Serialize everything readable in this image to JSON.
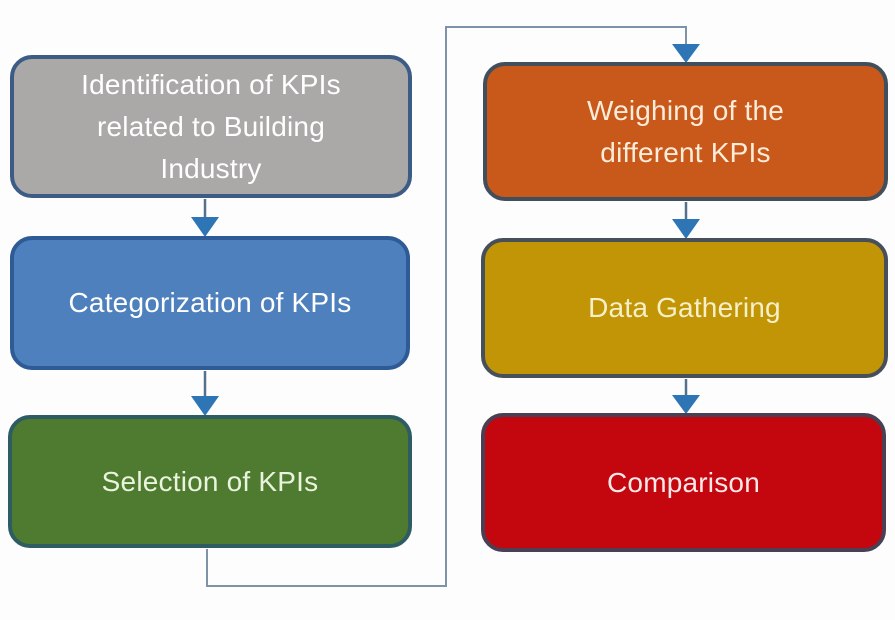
{
  "diagram": {
    "type": "flowchart",
    "nodes": [
      {
        "id": "identification",
        "label": "Identification of KPIs related to Building Industry",
        "fill": "#aba8a8",
        "border": "#3c5c86",
        "text_color": "#ffffff"
      },
      {
        "id": "categorization",
        "label": "Categorization of KPIs",
        "fill": "#4e80bd",
        "border": "#2e5b95",
        "text_color": "#ffffff"
      },
      {
        "id": "selection",
        "label": "Selection of KPIs",
        "fill": "#4e7b2f",
        "border": "#2e5c63",
        "text_color": "#eaf3dd"
      },
      {
        "id": "weighing",
        "label": "Weighing of the different KPIs",
        "fill": "#c8591b",
        "border": "#414e5c",
        "text_color": "#fcecd9"
      },
      {
        "id": "data_gathering",
        "label": "Data Gathering",
        "fill": "#c29507",
        "border": "#47505a",
        "text_color": "#f5f0c8"
      },
      {
        "id": "comparison",
        "label": "Comparison",
        "fill": "#c4060f",
        "border": "#4a3f53",
        "text_color": "#fbe9e9"
      }
    ],
    "connections": [
      {
        "from": "identification",
        "to": "categorization"
      },
      {
        "from": "categorization",
        "to": "selection"
      },
      {
        "from": "selection",
        "to": "weighing"
      },
      {
        "from": "weighing",
        "to": "data_gathering"
      },
      {
        "from": "data_gathering",
        "to": "comparison"
      }
    ],
    "theme": {
      "background": "#fdfdfd",
      "connector": "#7e92a8",
      "arrowhead": "#2e75b6",
      "arrow_stem": "#54718c"
    }
  }
}
